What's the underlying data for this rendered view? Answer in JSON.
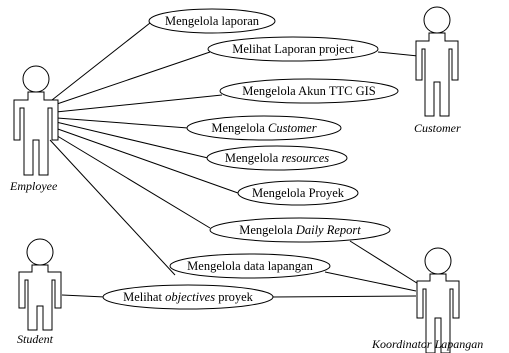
{
  "actors": {
    "employee": "Employee",
    "customer": "Customer",
    "student": "Student",
    "koordinator": "Koordinator Lapangan"
  },
  "use_cases": {
    "uc1": {
      "plain": "Mengelola laporan",
      "italic": "",
      "suffix": ""
    },
    "uc2": {
      "plain": "Melihat Laporan project",
      "italic": "",
      "suffix": ""
    },
    "uc3": {
      "plain": "Mengelola Akun TTC GIS",
      "italic": "",
      "suffix": ""
    },
    "uc4": {
      "plain": "Mengelola ",
      "italic": "Customer",
      "suffix": ""
    },
    "uc5": {
      "plain": "Mengelola ",
      "italic": "resources",
      "suffix": ""
    },
    "uc6": {
      "plain": "Mengelola Proyek",
      "italic": "",
      "suffix": ""
    },
    "uc7": {
      "plain": "Mengelola ",
      "italic": "Daily Report",
      "suffix": ""
    },
    "uc8": {
      "plain": "Mengelola data lapangan",
      "italic": "",
      "suffix": ""
    },
    "uc9": {
      "plain": "Melihat ",
      "italic": "objectives",
      "suffix": " proyek"
    }
  }
}
